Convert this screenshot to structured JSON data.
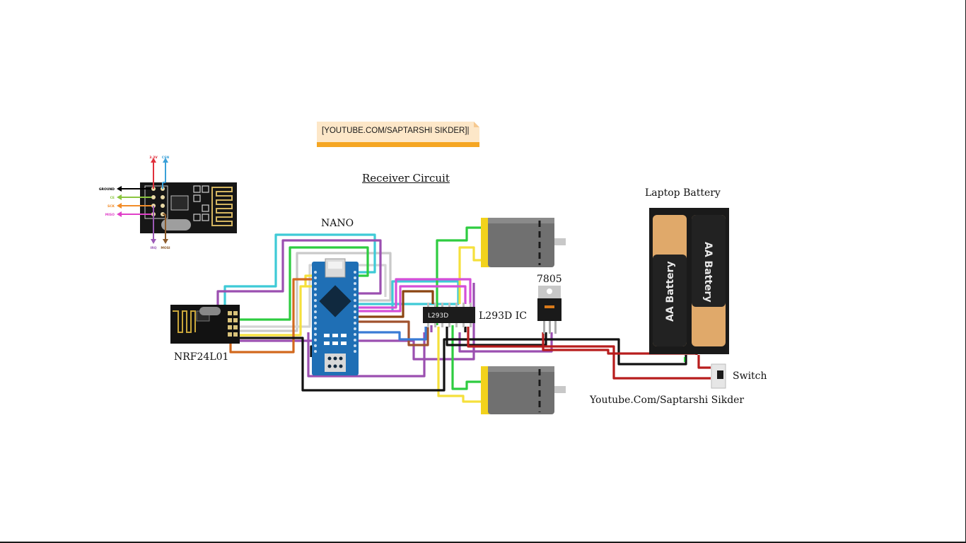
{
  "note": {
    "text": "[YOUTUBE.COM/SAPTARSHI SIKDER]|"
  },
  "title": "Receiver Circuit",
  "labels": {
    "nano": "NANO",
    "nrf": "NRF24L01",
    "l293d": "L293D IC",
    "chip_marking": "L293D",
    "regulator": "7805",
    "battery_pack": "Laptop Battery",
    "battery_cell": "AA Battery",
    "switch": "Switch",
    "credit": "Youtube.Com/Saptarshi Sikder"
  },
  "pinout": {
    "top": [
      "3.3V",
      "CSN"
    ],
    "left": [
      "GROUND",
      "CE",
      "SCK",
      "MISO"
    ],
    "bottom": [
      "IRQ",
      "MOSI"
    ]
  },
  "colors": {
    "ground": "#000000",
    "v33": "#e0303c",
    "csn": "#3aa0d8",
    "ce": "#8bc53f",
    "sck": "#f28c28",
    "miso": "#e040c8",
    "irq": "#9b59b6",
    "mosi": "#8b5a2b",
    "cyan": "#3ecad6",
    "purple": "#9b4fb0",
    "green": "#2ecc40",
    "yellow": "#f5e03c",
    "orange": "#d2691e",
    "brown": "#8b4513",
    "blue": "#3a7bd5",
    "magenta": "#d44fd8",
    "red": "#b81d1d",
    "nano_board": "#1f6fb5",
    "motor": "#707070"
  }
}
